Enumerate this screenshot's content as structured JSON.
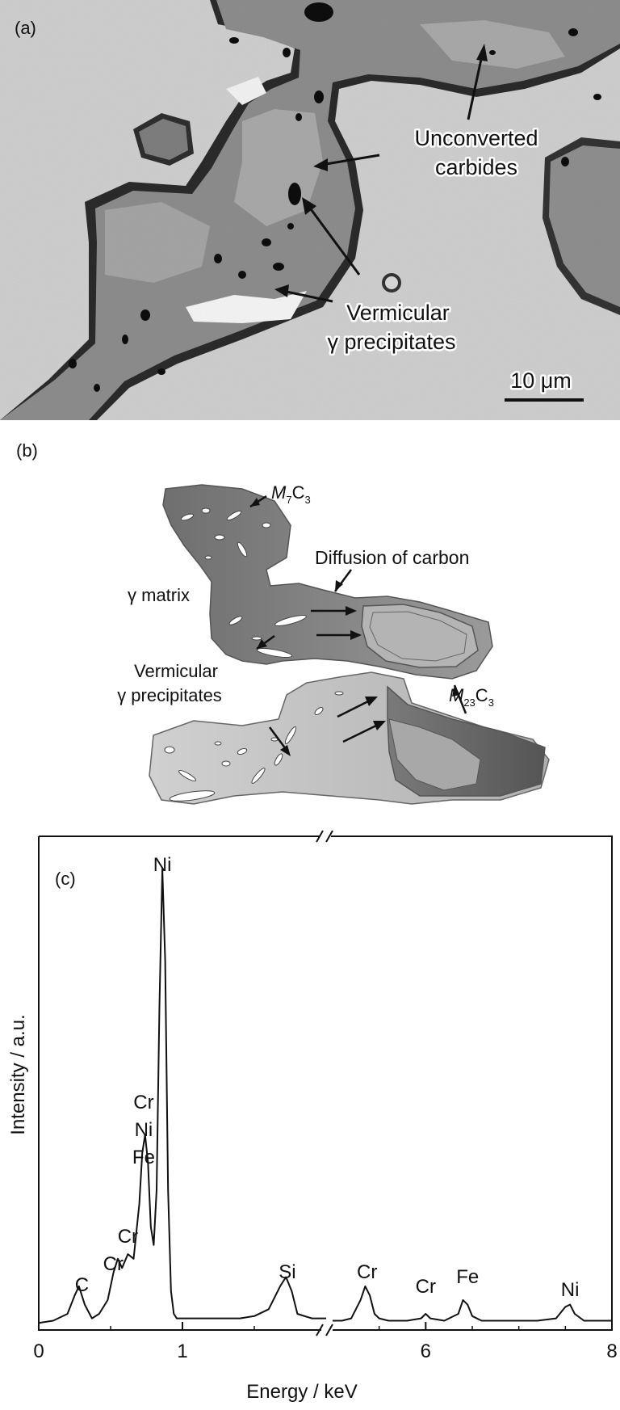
{
  "panel_a": {
    "label": "(a)",
    "annotations": {
      "unconverted_line1": "Unconverted",
      "unconverted_line2": "carbides",
      "vermicular_line1": "Vermicular",
      "vermicular_line2": "γ precipitates"
    },
    "scale_bar": "10 μm"
  },
  "panel_b": {
    "label": "(b)",
    "annotations": {
      "m7c3_main": "M",
      "m7c3_sub1": "7",
      "m7c3_c": "C",
      "m7c3_sub2": "3",
      "diffusion": "Diffusion of carbon",
      "gamma_matrix": "γ matrix",
      "vermicular_line1": "Vermicular",
      "vermicular_line2": "γ precipitates",
      "m23c3_main": "M",
      "m23c3_sub1": "23",
      "m23c3_c": "C",
      "m23c3_sub2": "3"
    }
  },
  "chart_data": {
    "type": "line",
    "panel_label": "(c)",
    "xlabel": "Energy / keV",
    "ylabel": "Intensity / a.u.",
    "x_ticks": [
      "0",
      "1",
      "6",
      "8"
    ],
    "axis_break": true,
    "segments": [
      {
        "x_range": [
          0,
          2
        ],
        "x": [
          0.0,
          0.1,
          0.2,
          0.25,
          0.28,
          0.32,
          0.37,
          0.42,
          0.48,
          0.52,
          0.55,
          0.58,
          0.62,
          0.66,
          0.7,
          0.72,
          0.74,
          0.76,
          0.78,
          0.8,
          0.82,
          0.84,
          0.86,
          0.88,
          0.9,
          0.92,
          0.94,
          0.96,
          1.0,
          1.1,
          1.2,
          1.3,
          1.4,
          1.5,
          1.6,
          1.68,
          1.72,
          1.76,
          1.8,
          1.9,
          2.0
        ],
        "y": [
          1,
          1.5,
          3,
          7,
          9,
          5,
          2,
          3,
          6,
          12,
          15,
          13,
          16,
          15,
          27,
          38,
          42,
          36,
          22,
          18,
          30,
          70,
          100,
          80,
          30,
          8,
          3,
          2,
          2,
          2,
          2,
          2,
          2,
          2.5,
          4,
          9,
          11,
          8,
          3,
          2,
          2
        ]
      },
      {
        "x_range": [
          5,
          8
        ],
        "x": [
          5.0,
          5.1,
          5.2,
          5.3,
          5.35,
          5.4,
          5.45,
          5.5,
          5.6,
          5.8,
          5.95,
          6.0,
          6.05,
          6.2,
          6.35,
          6.4,
          6.45,
          6.5,
          6.6,
          6.8,
          7.0,
          7.2,
          7.4,
          7.5,
          7.55,
          7.6,
          7.7,
          7.8,
          8.0
        ],
        "y": [
          1.5,
          1.5,
          2,
          6,
          9,
          7,
          3,
          2,
          1.5,
          1.5,
          2,
          3,
          2,
          1.5,
          3,
          6,
          5,
          2.5,
          1.5,
          1.5,
          1.5,
          1.5,
          2,
          4.5,
          5,
          3,
          1.5,
          1.5,
          1.5
        ]
      }
    ],
    "peak_labels": [
      {
        "text": "C",
        "x": 0.3
      },
      {
        "text": "Cr",
        "x": 0.53
      },
      {
        "text": "Cr",
        "x": 0.62
      },
      {
        "text": "Cr",
        "x": 0.73
      },
      {
        "text": "Ni",
        "x": 0.73
      },
      {
        "text": "Fe",
        "x": 0.73
      },
      {
        "text": "Ni",
        "x": 0.86
      },
      {
        "text": "Si",
        "x": 1.73
      },
      {
        "text": "Cr",
        "x": 5.37
      },
      {
        "text": "Cr",
        "x": 6.0
      },
      {
        "text": "Fe",
        "x": 6.45
      },
      {
        "text": "Ni",
        "x": 7.55
      }
    ]
  }
}
